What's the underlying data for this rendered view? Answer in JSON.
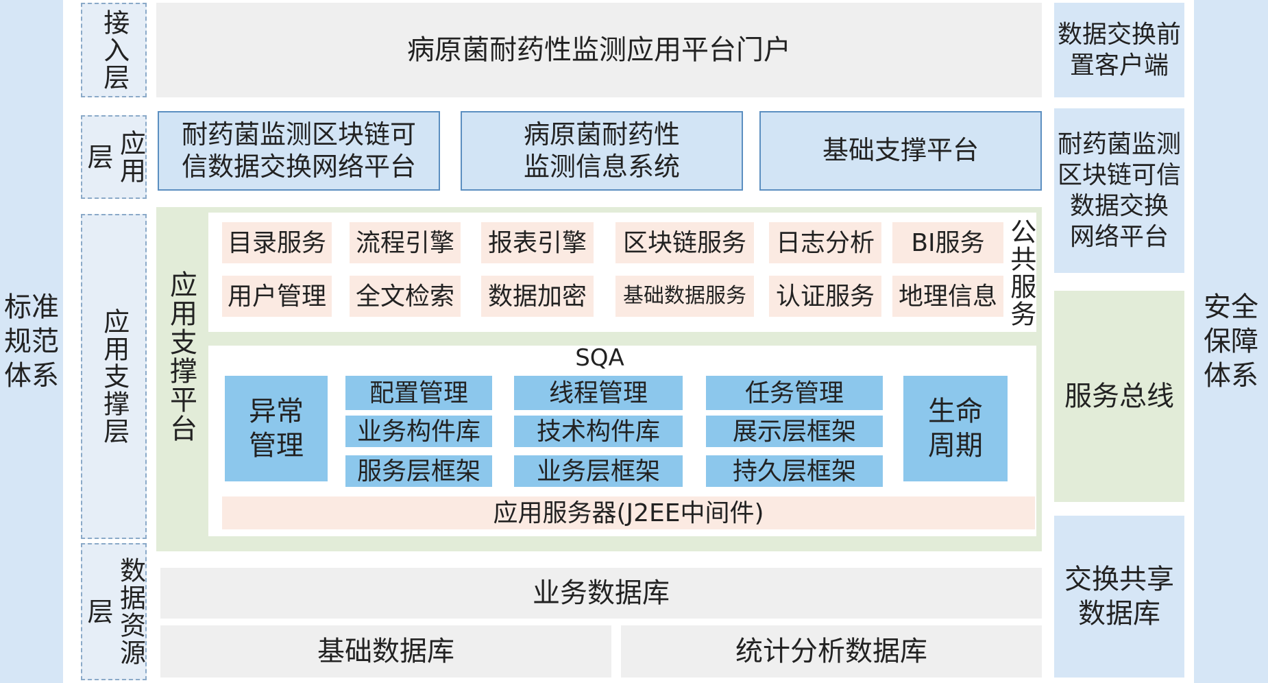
{
  "left_column": "标准\n规范\n体系",
  "right_column": "安全\n保障\n体系",
  "layers": {
    "access": "接入层",
    "application": "应用层",
    "support": "应用支撑层",
    "data": "数据资源层"
  },
  "portal": "病原菌耐药性监测应用平台门户",
  "apps": [
    "耐药菌监测区块链可\n信数据交换网络平台",
    "病原菌耐药性\n监测信息系统",
    "基础支撑平台"
  ],
  "support_platform_label": "应用支撑平台",
  "public_services": {
    "label": "公共服务",
    "items": [
      "目录服务",
      "流程引擎",
      "报表引擎",
      "区块链服务",
      "日志分析",
      "BI服务",
      "用户管理",
      "全文检索",
      "数据加密",
      "基础数据服务",
      "认证服务",
      "地理信息"
    ]
  },
  "sqa": {
    "title": "SQA",
    "left": "异常\n管理",
    "right": "生命\n周期",
    "grid": [
      "配置管理",
      "线程管理",
      "任务管理",
      "业务构件库",
      "技术构件库",
      "展示层框架",
      "服务层框架",
      "业务层框架",
      "持久层框架"
    ],
    "server": "应用服务器(J2EE中间件)"
  },
  "databases": {
    "business": "业务数据库",
    "basic": "基础数据库",
    "stats": "统计分析数据库"
  },
  "right_side": {
    "front_client": "数据交换前\n置客户端",
    "network": "耐药菌监测\n区块链可信\n数据交换\n网络平台",
    "bus": "服务总线",
    "exchange_db": "交换共享\n数据库"
  }
}
